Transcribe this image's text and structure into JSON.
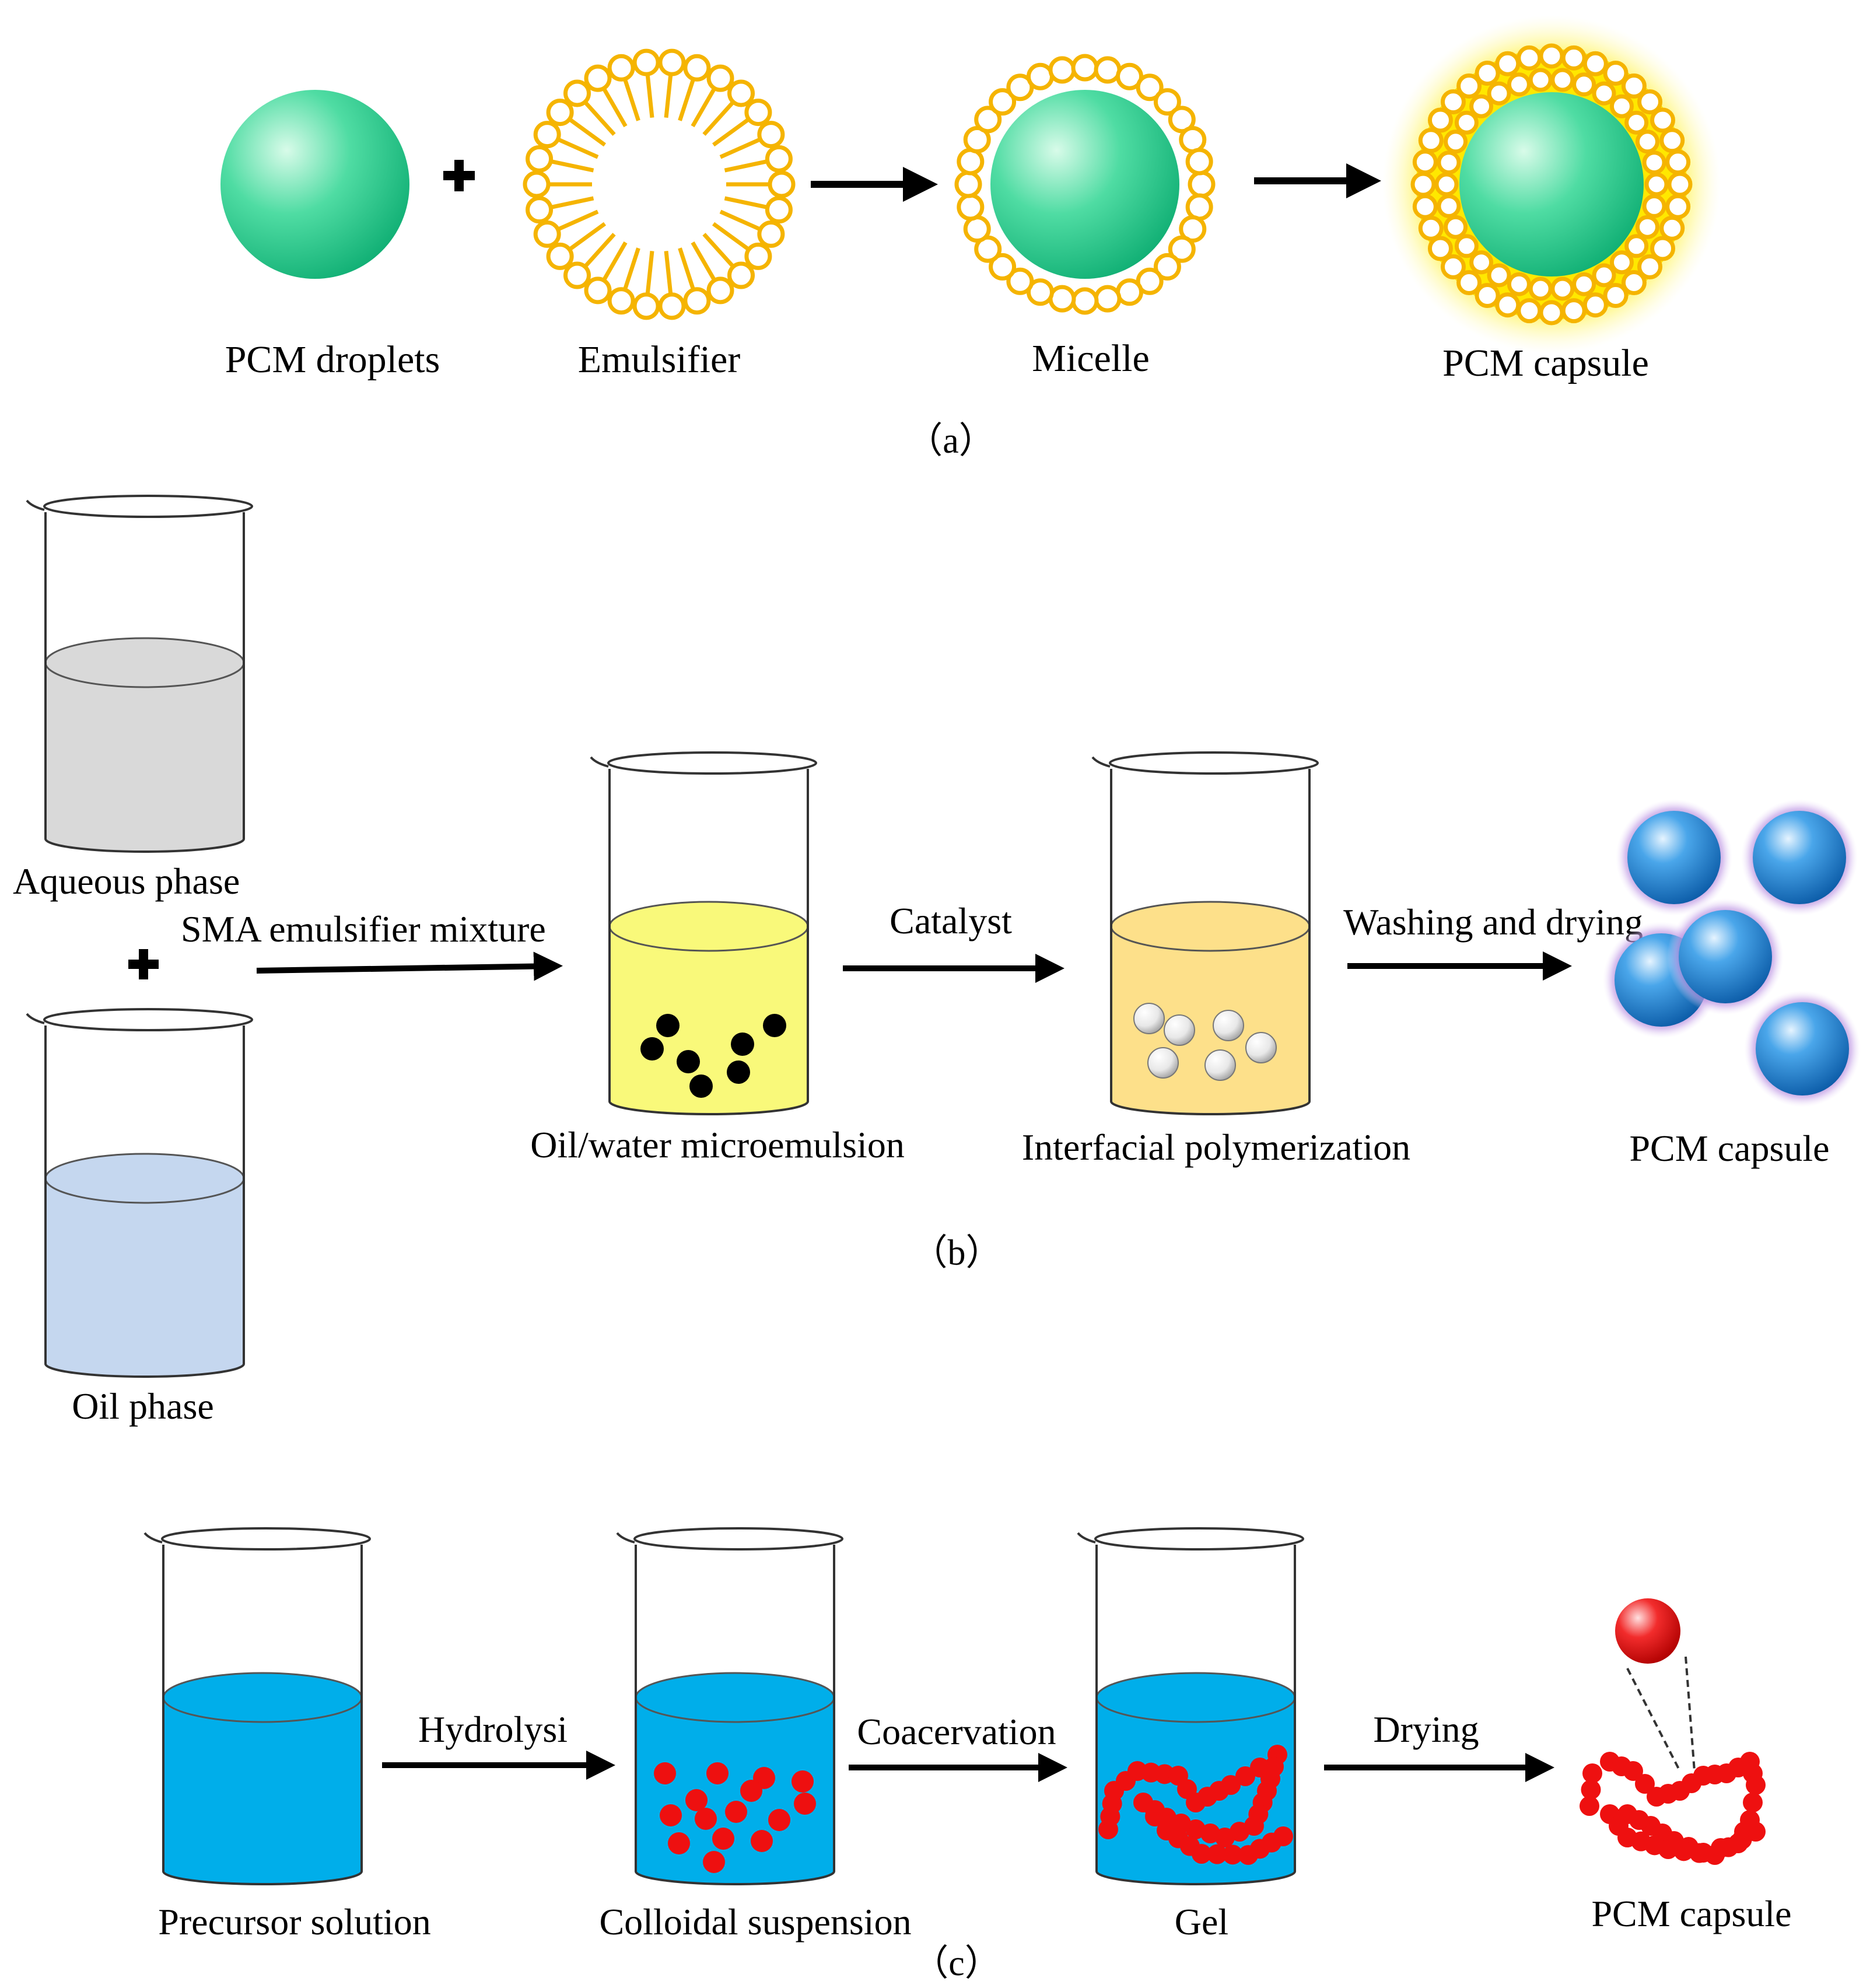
{
  "colors": {
    "pcm_green": "#2fcf8f",
    "emulsifier_orange": "#f5b400",
    "glow_yellow": "#ffe800",
    "aqueous_gray": "#d9d9d9",
    "oil_blue": "#c5d7ef",
    "emulsion_yellow": "#f9f97a",
    "polymer_orange": "#fde08a",
    "capsule_blue": "#1a78c8",
    "capsule_halo": "#b48ad8",
    "solution_cyan": "#00aeea",
    "particle_red": "#ee1010"
  },
  "panel_a": {
    "caption": "（a）",
    "labels": {
      "pcm_droplets": "PCM  droplets",
      "emulsifier": "Emulsifier",
      "micelle": "Micelle",
      "pcm_capsule": "PCM capsule"
    }
  },
  "panel_b": {
    "caption": "（b）",
    "labels": {
      "aqueous_phase": "Aqueous phase",
      "oil_phase": "Oil phase",
      "sma_mixture": "SMA emulsifier mixture",
      "catalyst": "Catalyst",
      "washing_drying": "Washing and drying",
      "microemulsion": "Oil/water microemulsion",
      "polymerization": "Interfacial  polymerization",
      "pcm_capsule": "PCM capsule"
    }
  },
  "panel_c": {
    "caption": "（c）",
    "labels": {
      "precursor": "Precursor solution",
      "hydrolysi": "Hydrolysi",
      "colloidal": "Colloidal suspension",
      "coacervation": "Coacervation",
      "gel": "Gel",
      "drying": "Drying",
      "pcm_capsule": "PCM capsule"
    }
  }
}
